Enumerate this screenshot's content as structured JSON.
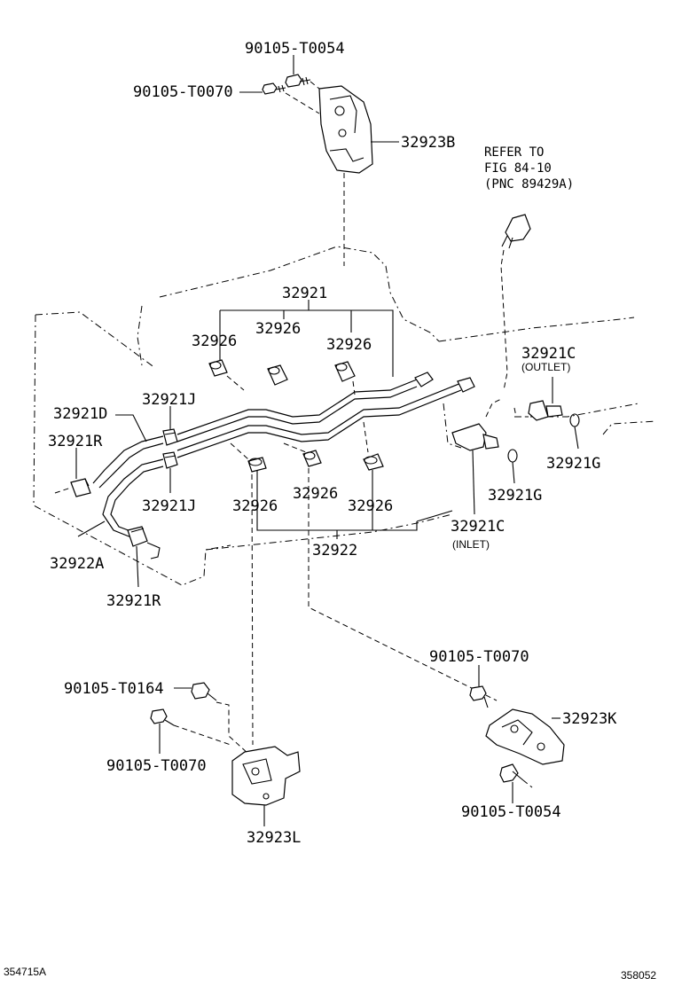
{
  "labels": {
    "p90105_t0054_top": "90105-T0054",
    "p90105_t0070_top": "90105-T0070",
    "p32923b": "32923B",
    "refer_line1": "REFER TO",
    "refer_line2": "FIG 84-10",
    "refer_line3": "(PNC 89429A)",
    "p32921": "32921",
    "p32926_a": "32926",
    "p32926_b": "32926",
    "p32926_c": "32926",
    "p32921c_outlet": "32921C",
    "outlet_note": "(OUTLET)",
    "p32921d": "32921D",
    "p32921j_top": "32921J",
    "p32921r_top": "32921R",
    "p32921g_right": "32921G",
    "p32921g_mid": "32921G",
    "p32926_d": "32926",
    "p32926_e": "32926",
    "p32926_f": "32926",
    "p32921j_bottom": "32921J",
    "p32921c_inlet": "32921C",
    "inlet_note": "(INLET)",
    "p32922a": "32922A",
    "p32922": "32922",
    "p32921r_bottom": "32921R",
    "p90105_t0070_mid": "90105-T0070",
    "p32923k": "32923K",
    "p90105_t0164": "90105-T0164",
    "p90105_t0070_bottom": "90105-T0070",
    "p90105_t0054_bottom": "90105-T0054",
    "p32923l": "32923L",
    "corner_left": "354715A",
    "corner_right": "358052"
  }
}
